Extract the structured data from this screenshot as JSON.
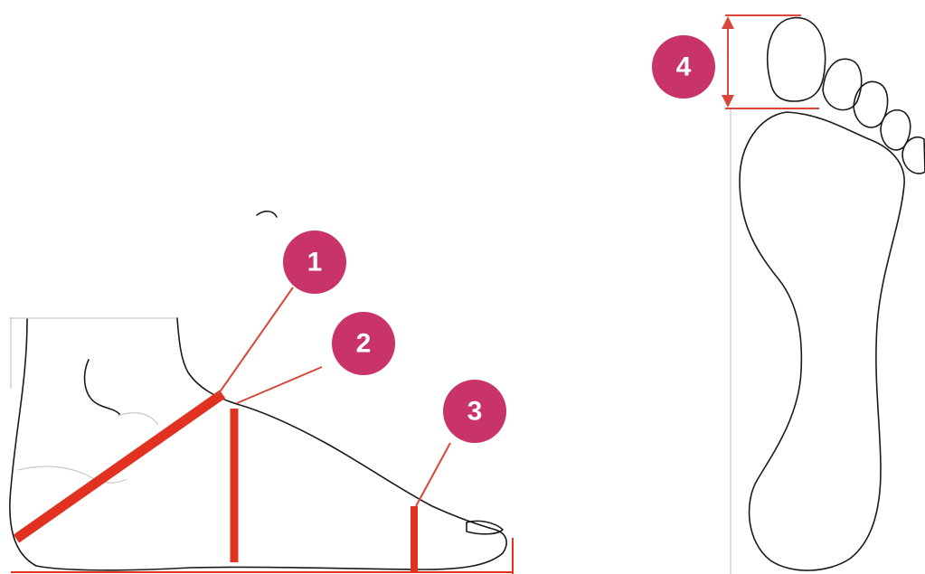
{
  "colors": {
    "marker_fill": "#c8336a",
    "marker_text": "#ffffff",
    "measure_line": "#e03121",
    "thin_line": "#d8463a",
    "outline": "#1a1a1a"
  },
  "markers": [
    {
      "label": "1",
      "meaning": "instep-diagonal"
    },
    {
      "label": "2",
      "meaning": "instep-height"
    },
    {
      "label": "3",
      "meaning": "toe-height"
    },
    {
      "label": "4",
      "meaning": "big-toe-length"
    }
  ]
}
